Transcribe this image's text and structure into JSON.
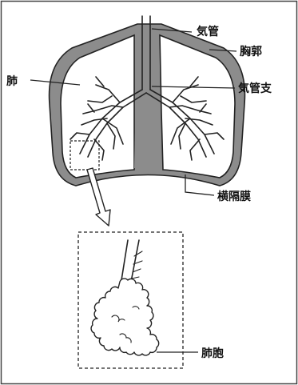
{
  "labels": {
    "trachea": "気管",
    "rib_cage": "胸郭",
    "lung": "肺",
    "bronchus": "気管支",
    "diaphragm": "横隔膜",
    "alveoli": "肺胞"
  },
  "colors": {
    "thorax_wall": "#8c8c8c",
    "lung_fill": "#ffffff",
    "outline": "#222222",
    "background": "#ffffff"
  }
}
